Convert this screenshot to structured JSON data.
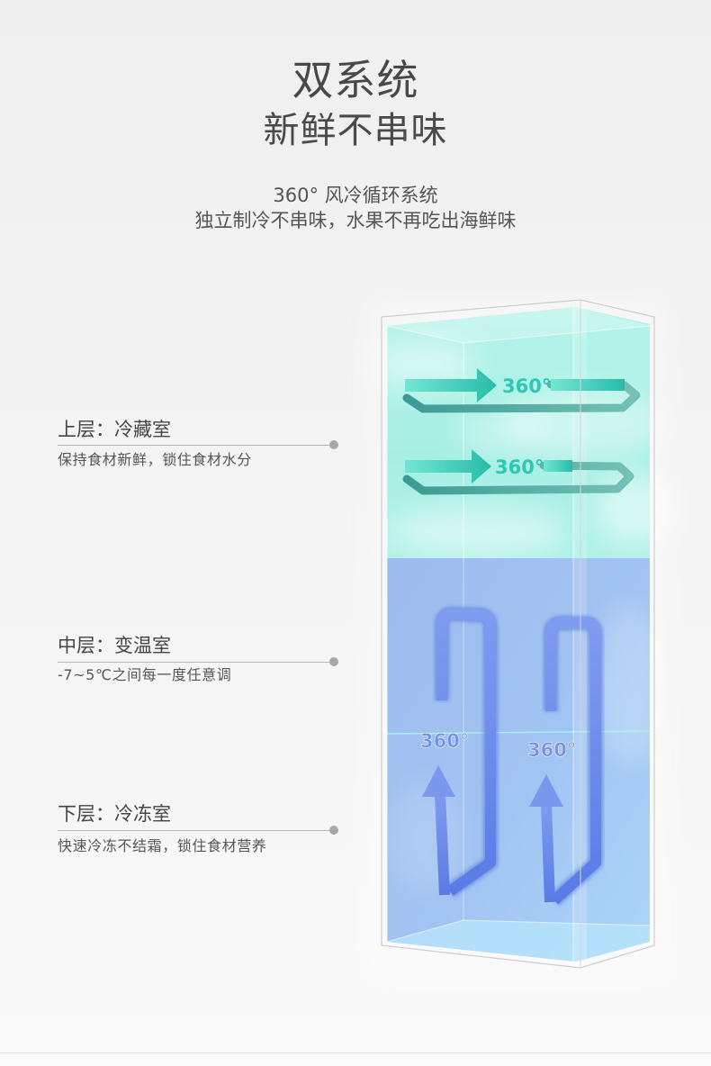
{
  "header": {
    "title": "双系统",
    "subtitle": "新鲜不串味",
    "feature": "360°  风冷循环系统",
    "feature_desc": "独立制冷不串味，水果不再吃出海鲜味"
  },
  "layers": [
    {
      "name": "上层：冷藏室",
      "desc": "保持食材新鲜，锁住食材水分"
    },
    {
      "name": "中层：变温室",
      "desc": "-7~5℃之间每一度任意调"
    },
    {
      "name": "下层：冷冻室",
      "desc": "快速冷冻不结霜，锁住食材营养"
    }
  ],
  "airflow_labels": [
    "360°",
    "360°",
    "360°",
    "360°"
  ],
  "icons": {
    "upper_airflow": "right-arrow-loop-icon",
    "lower_airflow": "up-arrow-loop-icon"
  },
  "colors": {
    "text": "#4a4a4a",
    "upper_compartment": "#a8efe3",
    "lower_compartment": "#a0c2f2",
    "teal_arrow": "#2ec7b4",
    "blue_arrow": "#7590e8"
  }
}
